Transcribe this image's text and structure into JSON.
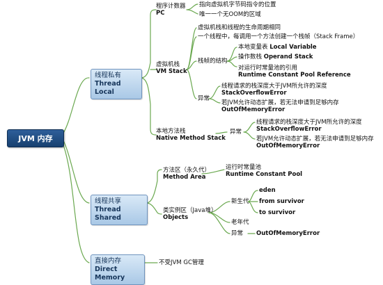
{
  "root": "JVM 内存",
  "thread_local": {
    "title_cn": "线程私有",
    "title_en": "Thread Local",
    "pc": {
      "title_cn": "程序计数器",
      "title_en": "PC",
      "notes": [
        "指向虚拟机字节码指令的位置",
        "唯一一个无OOM的区域"
      ]
    },
    "vm_stack": {
      "title_cn": "虚拟机栈",
      "title_en": "VM Stack",
      "lifecycle": "虚拟机栈和线程的生命周期相同",
      "frame_desc": "一个线程中，每调用一个方法创建一个栈帧（Stack Frame）",
      "frame_struct": "栈帧的结构",
      "frame_items": [
        {
          "cn": "本地变量表",
          "en": "Local Variable"
        },
        {
          "cn": "操作数栈",
          "en": "Operand Stack"
        },
        {
          "cn": "对运行时常量池的引用",
          "en": "Runtime Constant Pool Reference"
        }
      ],
      "exception": "异常",
      "exceptions": [
        {
          "cn": "线程请求的栈深度大于JVM所允许的深度",
          "en": "StackOverflowError"
        },
        {
          "cn": "若JVM允许动态扩展，若无法申请到足够内存",
          "en": "OutOfMemoryError"
        }
      ]
    },
    "native_stack": {
      "title_cn": "本地方法栈",
      "title_en": "Native Method Stack",
      "exception": "异常",
      "exceptions": [
        {
          "cn": "线程请求的栈深度大于JVM所允许的深度",
          "en": "StackOverflowError"
        },
        {
          "cn": "若JVM允许动态扩展，若无法申请到足够内存",
          "en": "OutOfMemoryError"
        }
      ]
    }
  },
  "thread_shared": {
    "title_cn": "线程共享",
    "title_en": "Thread Shared",
    "method_area": {
      "title_cn": "方法区（永久代）",
      "title_en": "Method Area",
      "child_cn": "运行时常量池",
      "child_en": "Runtime Constant Pool"
    },
    "objects": {
      "title_cn": "类实例区（Java堆）",
      "title_en": "Objects",
      "young": "新生代",
      "young_items": [
        "eden",
        "from survivor",
        "to survivor"
      ],
      "old": "老年代",
      "exception": "异常",
      "exception_en": "OutOfMemoryError"
    }
  },
  "direct_memory": {
    "title_cn": "直接内存",
    "title_en": "Direct Memory",
    "note": "不受JVM GC管理"
  }
}
